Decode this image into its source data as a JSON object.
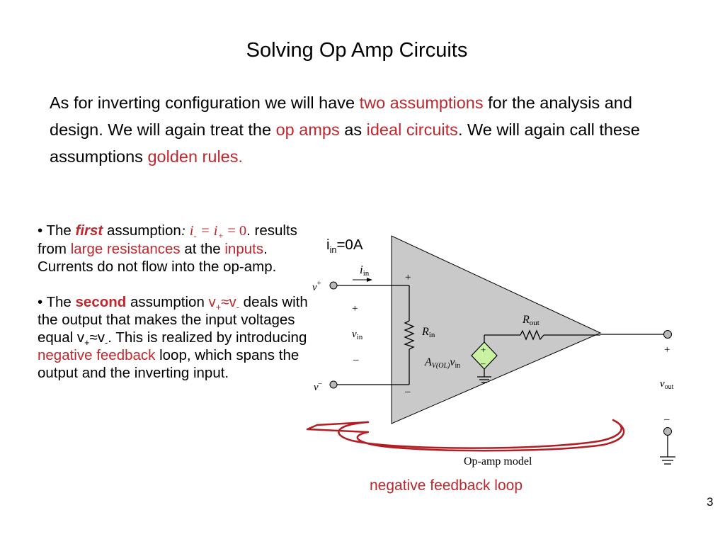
{
  "title": "Solving Op Amp Circuits",
  "intro": {
    "p1": "As for inverting configuration we will have ",
    "h1": "two assumptions",
    "p2": " for the analysis and design.  We will again treat the ",
    "h2": "op amps",
    "p3": " as ",
    "h3": "ideal circuits",
    "p4": ". We will again call these assumptions ",
    "h4": "golden rules."
  },
  "first": {
    "bullet": "• The ",
    "keyword": "first",
    "after": " assumption",
    "colon": ": ",
    "eq_i": "i",
    "eq_minus": "-",
    "eq_mid": " = ",
    "eq_i2": "i",
    "eq_plus": "+",
    "eq_zero": " = 0",
    "period": ".",
    "t1": " results from ",
    "h1": "large resistances",
    "t2": " at the ",
    "h2": "inputs",
    "t3": ". Currents do not flow into the op-amp."
  },
  "second": {
    "bullet": "• The ",
    "keyword": "second",
    "after": " assumption ",
    "eq_v1": "v",
    "eq_plus": "+",
    "eq_approx": "≈v",
    "eq_minus": "-",
    "t1": " deals with the output that makes the input voltages equal v",
    "t1_plus": "+",
    "t1_approx": "≈v",
    "t1_minus": "-",
    "t1_end": ". This is realized by introducing ",
    "h1": "negative feedback",
    "t2": " loop, which spans the output and the inverting input."
  },
  "diagram": {
    "iin_i": "i",
    "iin_sub": "in",
    "iin_value": "=0A",
    "labels": {
      "iin_i": "i",
      "iin_sub": "in",
      "vplus_v": "v",
      "vplus_sup": "+",
      "plus_top": "+",
      "plus_mid": "+",
      "vin_v": "v",
      "vin_sub": "in",
      "minus_mid": "–",
      "vminus_v": "v",
      "vminus_sup": "–",
      "minus_bottom": "–",
      "rin_r": "R",
      "rin_sub": "in",
      "rout_r": "R",
      "rout_sub": "out",
      "src_plus": "+",
      "src_minus": "–",
      "gain_a": "A",
      "gain_sub": "V(OL)",
      "gain_v": "v",
      "gain_vsub": "in",
      "out_plus": "+",
      "vout_v": "v",
      "vout_sub": "out",
      "out_minus": "–",
      "caption": "Op-amp model"
    },
    "colors": {
      "triangle_fill": "#c9c9c9",
      "feedback": "#b21e23",
      "terminal_fill": "#b9b9b9"
    }
  },
  "feedback_caption": "negative feedback loop",
  "slide_number": "3"
}
